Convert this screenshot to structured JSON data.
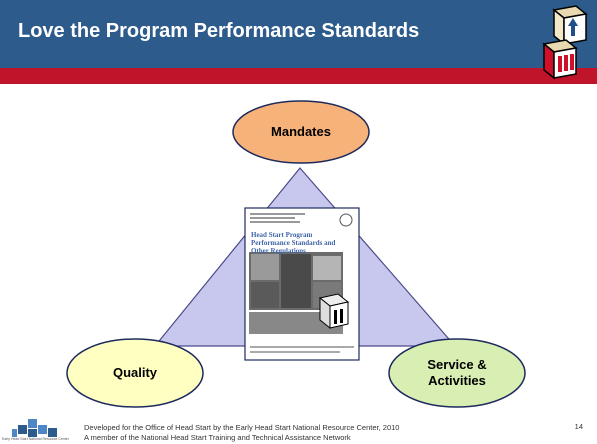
{
  "slide": {
    "title": "Love the Program Performance Standards",
    "page_number": "14"
  },
  "diagram": {
    "top_node": "Mandates",
    "left_node": "Quality",
    "right_node_line1": "Service &",
    "right_node_line2": "Activities"
  },
  "booklet": {
    "title": "Head Start Program Performance Standards and Other Regulations"
  },
  "footer": {
    "line1": "Developed for the Office of Head Start by the Early Head Start National Resource Center, 2010",
    "line2": "A member of the National Head Start Training and Technical Assistance Network",
    "logo_caption": "Early Head Start National Resource Center"
  },
  "colors": {
    "header": "#2d5b8c",
    "accent_bar": "#c0142b",
    "mandates_oval": "#f7b27a",
    "quality_oval": "#ffffc2",
    "service_oval": "#d8eeb2",
    "triangle": "#c8c8ee"
  }
}
